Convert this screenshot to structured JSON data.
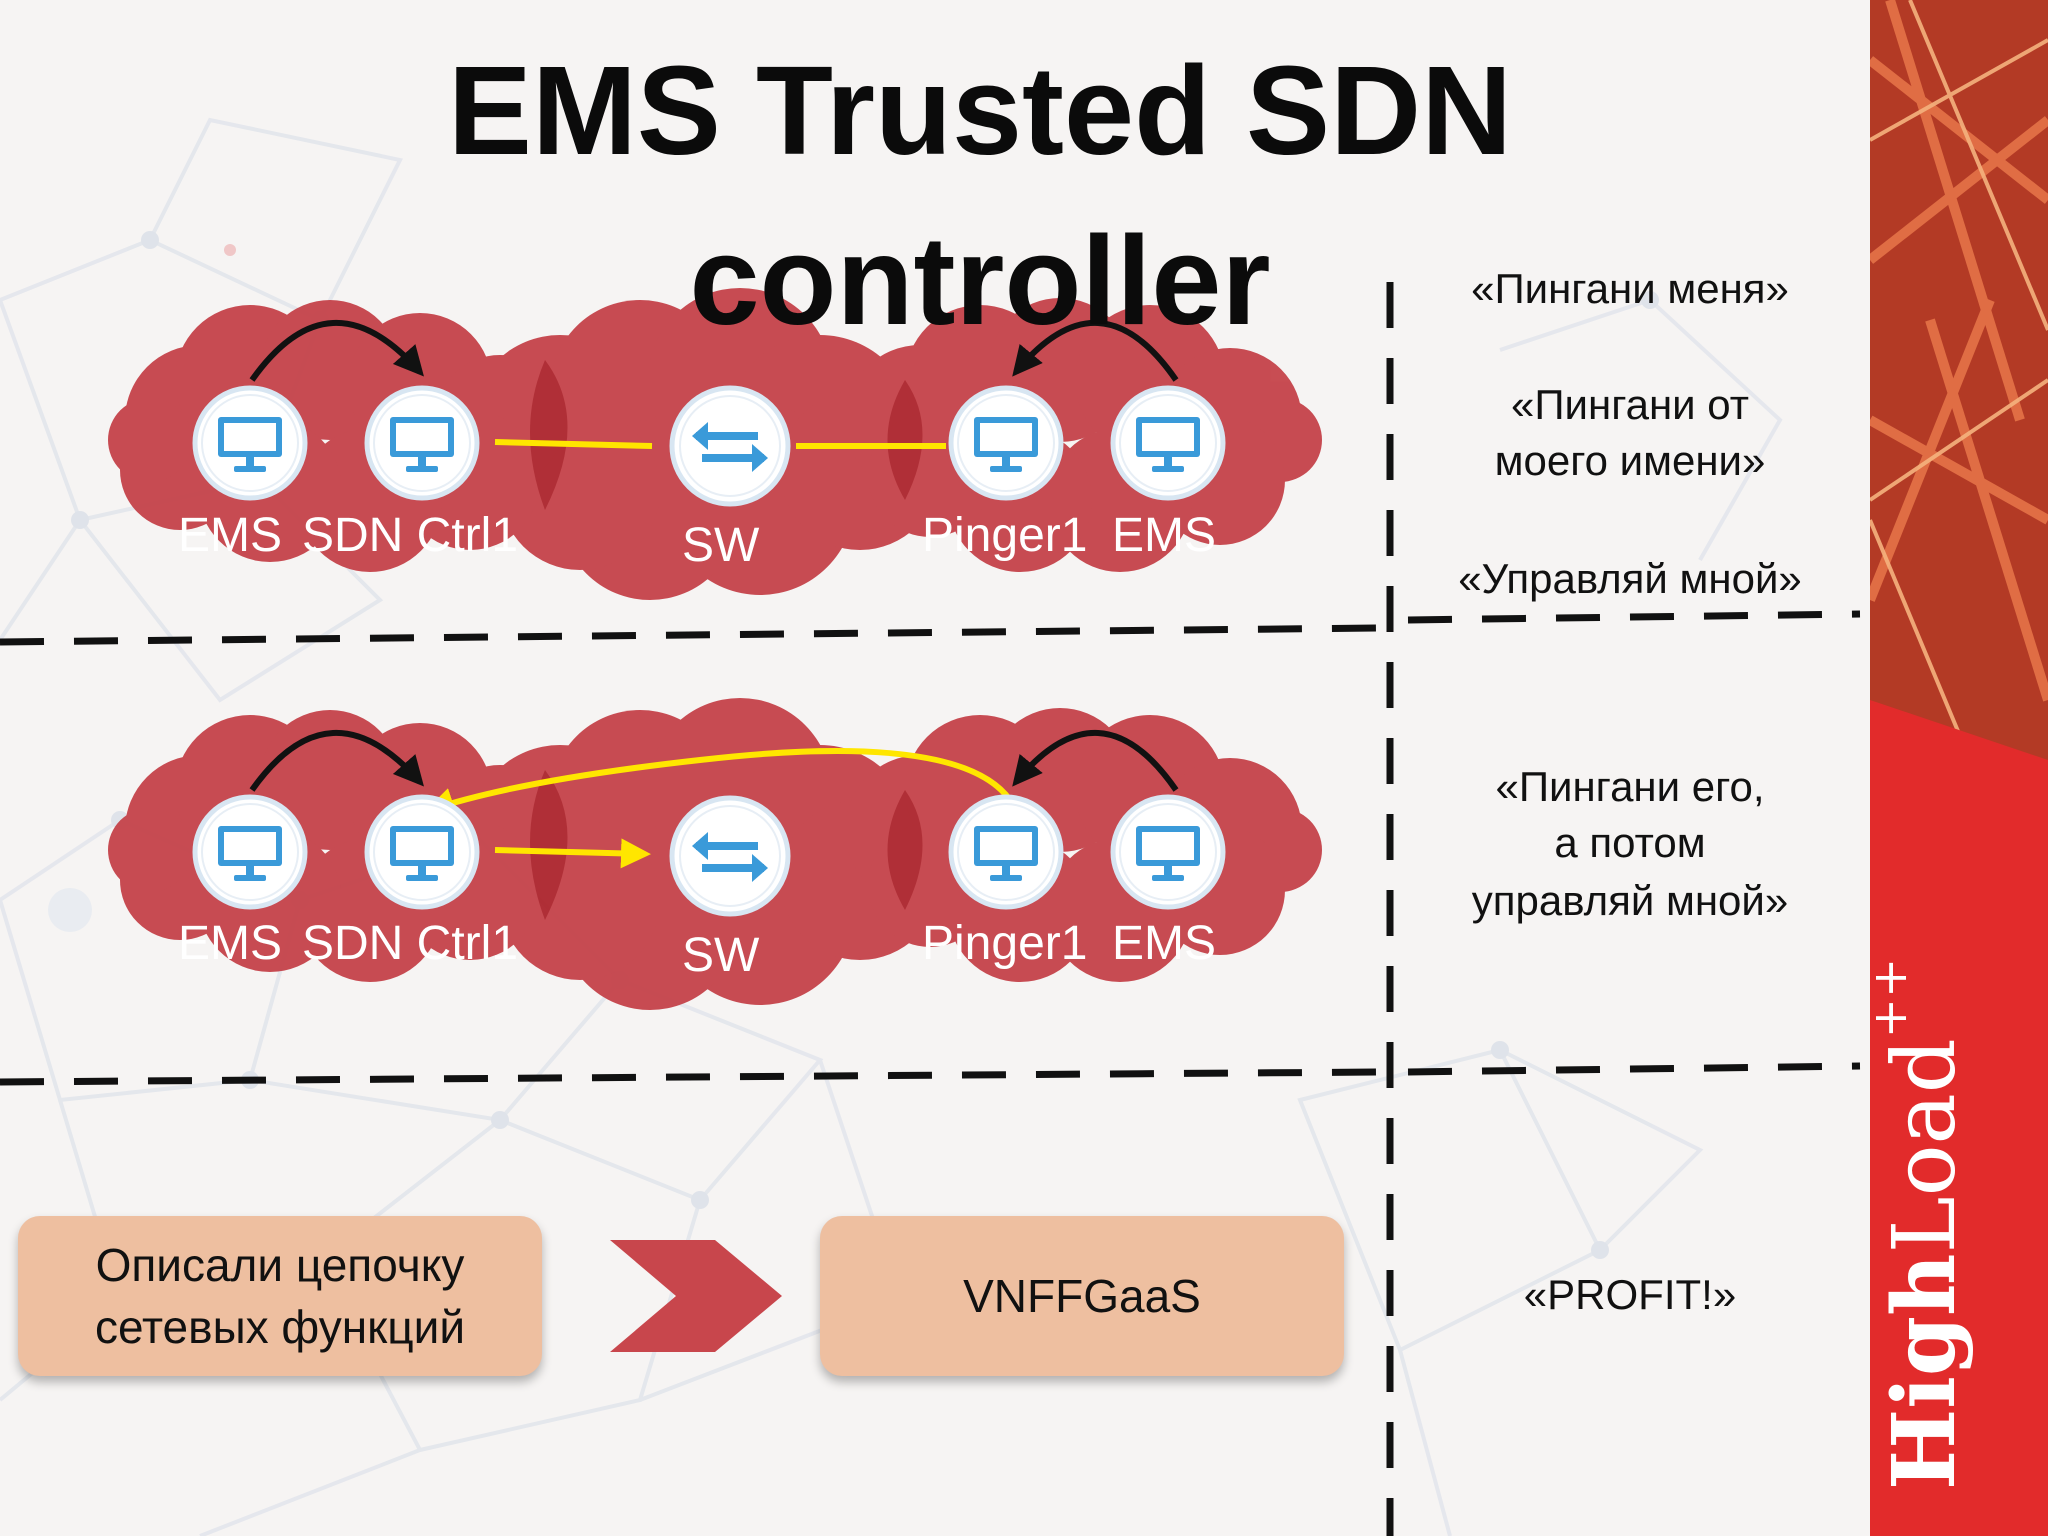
{
  "title_line1": "EMS Trusted SDN",
  "title_line2": "controller",
  "row1": {
    "labels": [
      "EMS",
      "SDN Ctrl1",
      "SW",
      "Pinger1",
      "EMS"
    ]
  },
  "row2": {
    "labels": [
      "EMS",
      "SDN Ctrl1",
      "SW",
      "Pinger1",
      "EMS"
    ]
  },
  "right_column": {
    "item1": "«Пингани меня»",
    "item2_l1": "«Пингани от",
    "item2_l2": "моего имени»",
    "item3": "«Управляй мной»",
    "item4_l1": "«Пингани его,",
    "item4_l2": "а потом",
    "item4_l3": "управляй мной»",
    "item5": "«PROFIT!»"
  },
  "bottom": {
    "box1_l1": "Описали цепочку",
    "box1_l2": "сетевых функций",
    "box2": "VNFFGaaS"
  },
  "branding": {
    "part1": "High",
    "part2": "Load",
    "part3": "++"
  },
  "colors": {
    "cloud": "#c5434a",
    "cloud_dark": "#a61e25",
    "link_yellow": "#ffe600",
    "icon_blue": "#3a9ad9",
    "box_fill": "#eebfa0",
    "arrow_red": "#c8464c",
    "brand_red": "#e22b2b"
  },
  "icons": [
    "monitor-icon",
    "switch-arrows-icon"
  ]
}
